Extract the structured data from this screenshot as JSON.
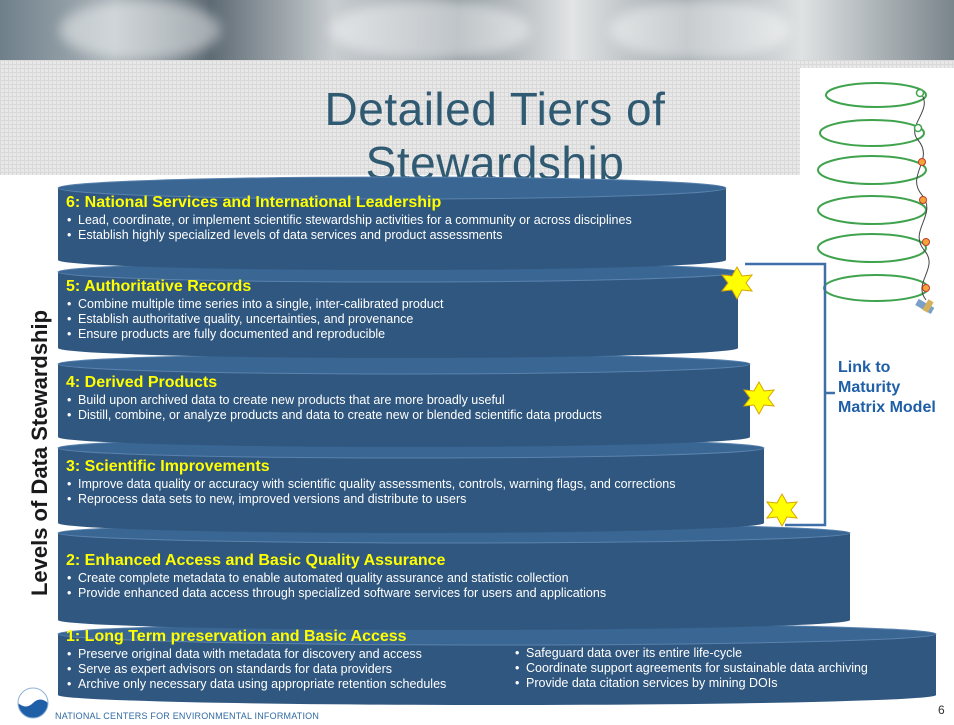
{
  "slide": {
    "title": "Detailed Tiers of Stewardship",
    "vertical_label": "Levels of Data Stewardship",
    "link_label": "Link to Maturity Matrix Model",
    "footer_text": "NATIONAL CENTERS FOR ENVIRONMENTAL INFORMATION",
    "page_number": "6"
  },
  "tiers": [
    {
      "title": "6: National Services and International Leadership",
      "bullets": [
        "Lead, coordinate, or implement scientific stewardship activities for a community or across disciplines",
        "Establish highly specialized levels of data services and product assessments"
      ]
    },
    {
      "title": "5: Authoritative Records",
      "bullets": [
        "Combine multiple time series into a single, inter-calibrated product",
        "Establish authoritative quality, uncertainties, and provenance",
        "Ensure products are fully documented and reproducible"
      ]
    },
    {
      "title": "4: Derived Products",
      "bullets": [
        "Build upon archived data to create new products that are more broadly useful",
        "Distill, combine, or analyze products and data to create new or blended scientific data products"
      ]
    },
    {
      "title": "3: Scientific Improvements",
      "bullets": [
        "Improve data quality or accuracy with scientific quality assessments, controls, warning flags, and corrections",
        "Reprocess data sets to new, improved versions and distribute to users"
      ]
    },
    {
      "title": "2: Enhanced Access and Basic Quality Assurance",
      "bullets": [
        "Create complete metadata to enable automated quality assurance and statistic collection",
        "Provide enhanced data access through specialized software services for users and applications"
      ]
    },
    {
      "title": "1: Long Term preservation and Basic Access",
      "bullets_left": [
        "Preserve original data with metadata for discovery and access",
        "Serve as expert advisors on standards for data providers",
        "Archive only necessary data using appropriate retention schedules"
      ],
      "bullets_right": [
        "Safeguard data over its entire life-cycle",
        "Coordinate support agreements for sustainable data archiving",
        "Provide data citation services by mining DOIs"
      ]
    }
  ],
  "colors": {
    "tier_fill": "#30577f",
    "tier_top": "#3a6694",
    "tier_title": "#ffff00",
    "link": "#1f5fa8",
    "title": "#2f5a72",
    "star": "#ffff00"
  },
  "icons": [
    "star-icon",
    "noaa-logo",
    "spiral-icon",
    "satellite-icon"
  ]
}
